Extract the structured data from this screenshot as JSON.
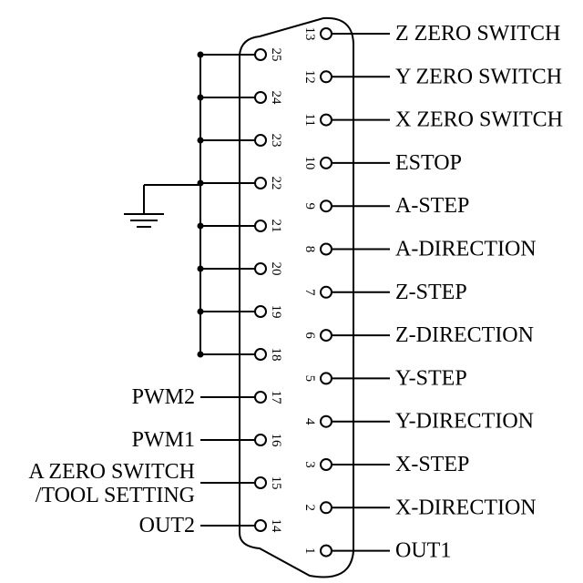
{
  "connector": {
    "right_pins": [
      {
        "pin": "13",
        "label": "Z ZERO SWITCH"
      },
      {
        "pin": "12",
        "label": "Y ZERO SWITCH"
      },
      {
        "pin": "11",
        "label": "X ZERO SWITCH"
      },
      {
        "pin": "10",
        "label": "ESTOP"
      },
      {
        "pin": "9",
        "label": "A-STEP"
      },
      {
        "pin": "8",
        "label": "A-DIRECTION"
      },
      {
        "pin": "7",
        "label": "Z-STEP"
      },
      {
        "pin": "6",
        "label": "Z-DIRECTION"
      },
      {
        "pin": "5",
        "label": "Y-STEP"
      },
      {
        "pin": "4",
        "label": "Y-DIRECTION"
      },
      {
        "pin": "3",
        "label": "X-STEP"
      },
      {
        "pin": "2",
        "label": "X-DIRECTION"
      },
      {
        "pin": "1",
        "label": "OUT1"
      }
    ],
    "left_pins": [
      {
        "pin": "25",
        "label": "",
        "ground": true
      },
      {
        "pin": "24",
        "label": "",
        "ground": true
      },
      {
        "pin": "23",
        "label": "",
        "ground": true
      },
      {
        "pin": "22",
        "label": "",
        "ground": true
      },
      {
        "pin": "21",
        "label": "",
        "ground": true
      },
      {
        "pin": "20",
        "label": "",
        "ground": true
      },
      {
        "pin": "19",
        "label": "",
        "ground": true
      },
      {
        "pin": "18",
        "label": "",
        "ground": true
      },
      {
        "pin": "17",
        "label": "PWM2",
        "ground": false
      },
      {
        "pin": "16",
        "label": "PWM1",
        "ground": false
      },
      {
        "pin": "15",
        "label": "A ZERO SWITCH",
        "label2": "/TOOL SETTING",
        "ground": false
      },
      {
        "pin": "14",
        "label": "OUT2",
        "ground": false
      }
    ]
  },
  "icons": {
    "ground": "ground-symbol-icon"
  }
}
